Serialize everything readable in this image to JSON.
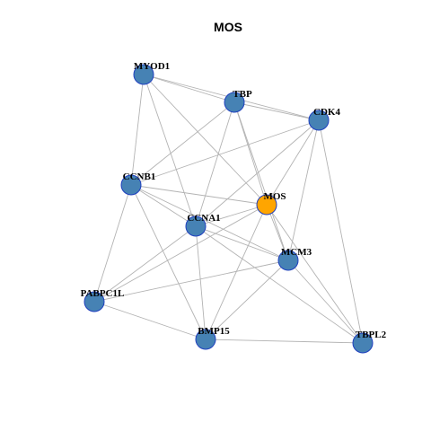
{
  "title": "MOS",
  "colors": {
    "node_fill": "#4682b4",
    "node_stroke": "#1f3fbf",
    "focus_fill": "#ffa500",
    "focus_stroke": "#1f3fbf",
    "edge": "#b3b3b3"
  },
  "nodes": [
    {
      "id": "MYOD1",
      "label": "MYOD1",
      "focus": false
    },
    {
      "id": "TBP",
      "label": "TBP",
      "focus": false
    },
    {
      "id": "CDK4",
      "label": "CDK4",
      "focus": false
    },
    {
      "id": "CCNB1",
      "label": "CCNB1",
      "focus": false
    },
    {
      "id": "MOS",
      "label": "MOS",
      "focus": true
    },
    {
      "id": "CCNA1",
      "label": "CCNA1",
      "focus": false
    },
    {
      "id": "MCM3",
      "label": "MCM3",
      "focus": false
    },
    {
      "id": "PABPC1L",
      "label": "PABPC1L",
      "focus": false
    },
    {
      "id": "BMP15",
      "label": "BMP15",
      "focus": false
    },
    {
      "id": "TBPL2",
      "label": "TBPL2",
      "focus": false
    }
  ],
  "edges": [
    [
      "MYOD1",
      "TBP"
    ],
    [
      "MYOD1",
      "CDK4"
    ],
    [
      "MYOD1",
      "CCNB1"
    ],
    [
      "MYOD1",
      "MOS"
    ],
    [
      "MYOD1",
      "CCNA1"
    ],
    [
      "TBP",
      "CDK4"
    ],
    [
      "TBP",
      "CCNB1"
    ],
    [
      "TBP",
      "MOS"
    ],
    [
      "TBP",
      "CCNA1"
    ],
    [
      "TBP",
      "MCM3"
    ],
    [
      "CDK4",
      "CCNB1"
    ],
    [
      "CDK4",
      "MOS"
    ],
    [
      "CDK4",
      "CCNA1"
    ],
    [
      "CDK4",
      "MCM3"
    ],
    [
      "CDK4",
      "TBPL2"
    ],
    [
      "CCNB1",
      "MOS"
    ],
    [
      "CCNB1",
      "CCNA1"
    ],
    [
      "CCNB1",
      "MCM3"
    ],
    [
      "CCNB1",
      "PABPC1L"
    ],
    [
      "CCNB1",
      "BMP15"
    ],
    [
      "MOS",
      "CCNA1"
    ],
    [
      "MOS",
      "MCM3"
    ],
    [
      "MOS",
      "PABPC1L"
    ],
    [
      "MOS",
      "BMP15"
    ],
    [
      "MOS",
      "TBPL2"
    ],
    [
      "CCNA1",
      "MCM3"
    ],
    [
      "CCNA1",
      "PABPC1L"
    ],
    [
      "CCNA1",
      "BMP15"
    ],
    [
      "CCNA1",
      "TBPL2"
    ],
    [
      "MCM3",
      "PABPC1L"
    ],
    [
      "MCM3",
      "BMP15"
    ],
    [
      "MCM3",
      "TBPL2"
    ],
    [
      "PABPC1L",
      "BMP15"
    ],
    [
      "BMP15",
      "TBPL2"
    ]
  ]
}
